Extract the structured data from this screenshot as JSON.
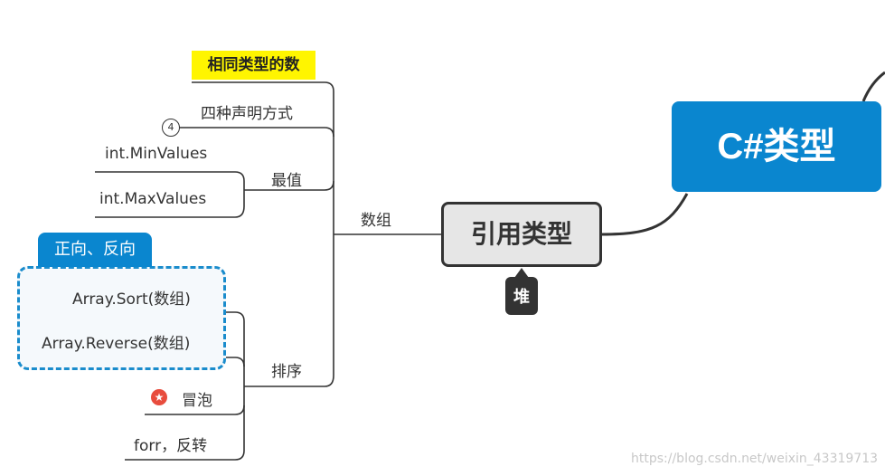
{
  "root": {
    "label": "C#类型"
  },
  "center": {
    "label": "引用类型",
    "heap_tag": "堆"
  },
  "branch": {
    "label": "数组"
  },
  "array_children": {
    "same_type": "相同类型的数",
    "declare": "四种声明方式",
    "declare_count": "4",
    "extreme": "最值",
    "min": "int.MinValues",
    "max": "int.MaxValues",
    "sort": "排序"
  },
  "sort_group": {
    "label": "正向、反向",
    "items": [
      "Array.Sort(数组)",
      "Array.Reverse(数组)"
    ]
  },
  "sort_children": {
    "bubble": "冒泡",
    "reverse_loop": "forr，反转"
  },
  "icons": {
    "bubble_marker": "star-icon"
  },
  "colors": {
    "root": "#0a86cf",
    "highlight": "#fff500",
    "center_fill": "#e6e6e6",
    "marker": "#e84c3d"
  },
  "watermark": "https://blog.csdn.net/weixin_43319713"
}
